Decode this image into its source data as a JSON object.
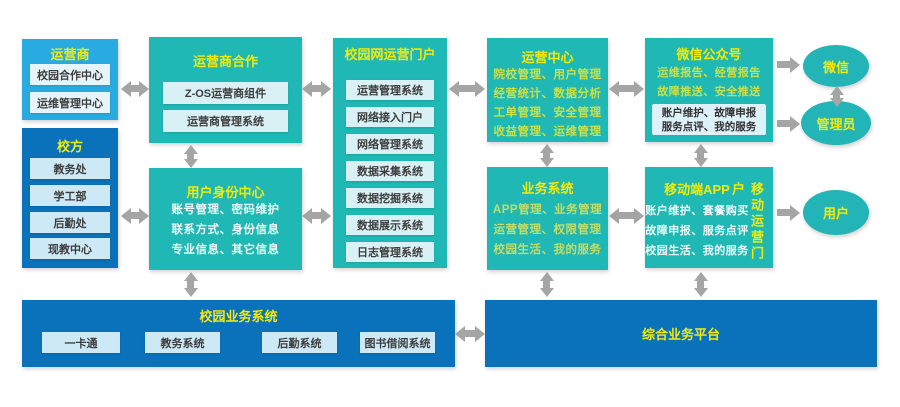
{
  "colors": {
    "teal": "#1fb8b4",
    "light_blue": "#29abe2",
    "dark_blue": "#0a72ba",
    "title_yellow": "#f2ea0a",
    "body_yellow_green": "#c9e04a",
    "arrow_gray": "#a5a5a5"
  },
  "boxes": {
    "operator": {
      "title": "运营商",
      "items": [
        "校园合作中心",
        "运维管理中心"
      ]
    },
    "school": {
      "title": "校方",
      "items": [
        "教务处",
        "学工部",
        "后勤处",
        "现教中心"
      ]
    },
    "operator_coop": {
      "title": "运营商合作",
      "items": [
        "Z-OS运营商组件",
        "运营商管理系统"
      ]
    },
    "user_identity": {
      "title": "用户身份中心",
      "lines": [
        "账号管理、密码维护",
        "联系方式、身份信息",
        "专业信息、其它信息"
      ]
    },
    "campus_portal": {
      "title": "校园网运营门户",
      "items": [
        "运营管理系统",
        "网络接入门户",
        "网络管理系统",
        "数据采集系统",
        "数据挖掘系统",
        "数据展示系统",
        "日志管理系统"
      ]
    },
    "operation_center": {
      "title": "运营中心",
      "lines": [
        "院校管理、用户管理",
        "经营统计、数据分析",
        "工单管理、安全管理",
        "收益管理、运维管理"
      ]
    },
    "business_system": {
      "title": "业务系统",
      "lines": [
        "APP管理、业务管理",
        "运营管理、权限管理",
        "校园生活、我的服务"
      ]
    },
    "wechat_official": {
      "title": "微信公众号",
      "lines": [
        "运维报告、经营报告",
        "故障推送、安全推送"
      ],
      "panel_lines": [
        "账户维护、故障申报",
        "服务点评、我的服务"
      ]
    },
    "mobile_app": {
      "title": "移动端APP",
      "lines": [
        "账户维护、套餐购买",
        "故障申报、服务点评",
        "校园生活、我的服务"
      ],
      "side_label": "移动运营门户"
    },
    "campus_business": {
      "title": "校园业务系统",
      "items": [
        "一卡通",
        "教务系统",
        "后勤系统",
        "图书借阅系统"
      ]
    },
    "integrated_platform": {
      "title": "综合业务平台"
    }
  },
  "ovals": [
    {
      "label": "微信"
    },
    {
      "label": "管理员"
    },
    {
      "label": "用户"
    }
  ]
}
